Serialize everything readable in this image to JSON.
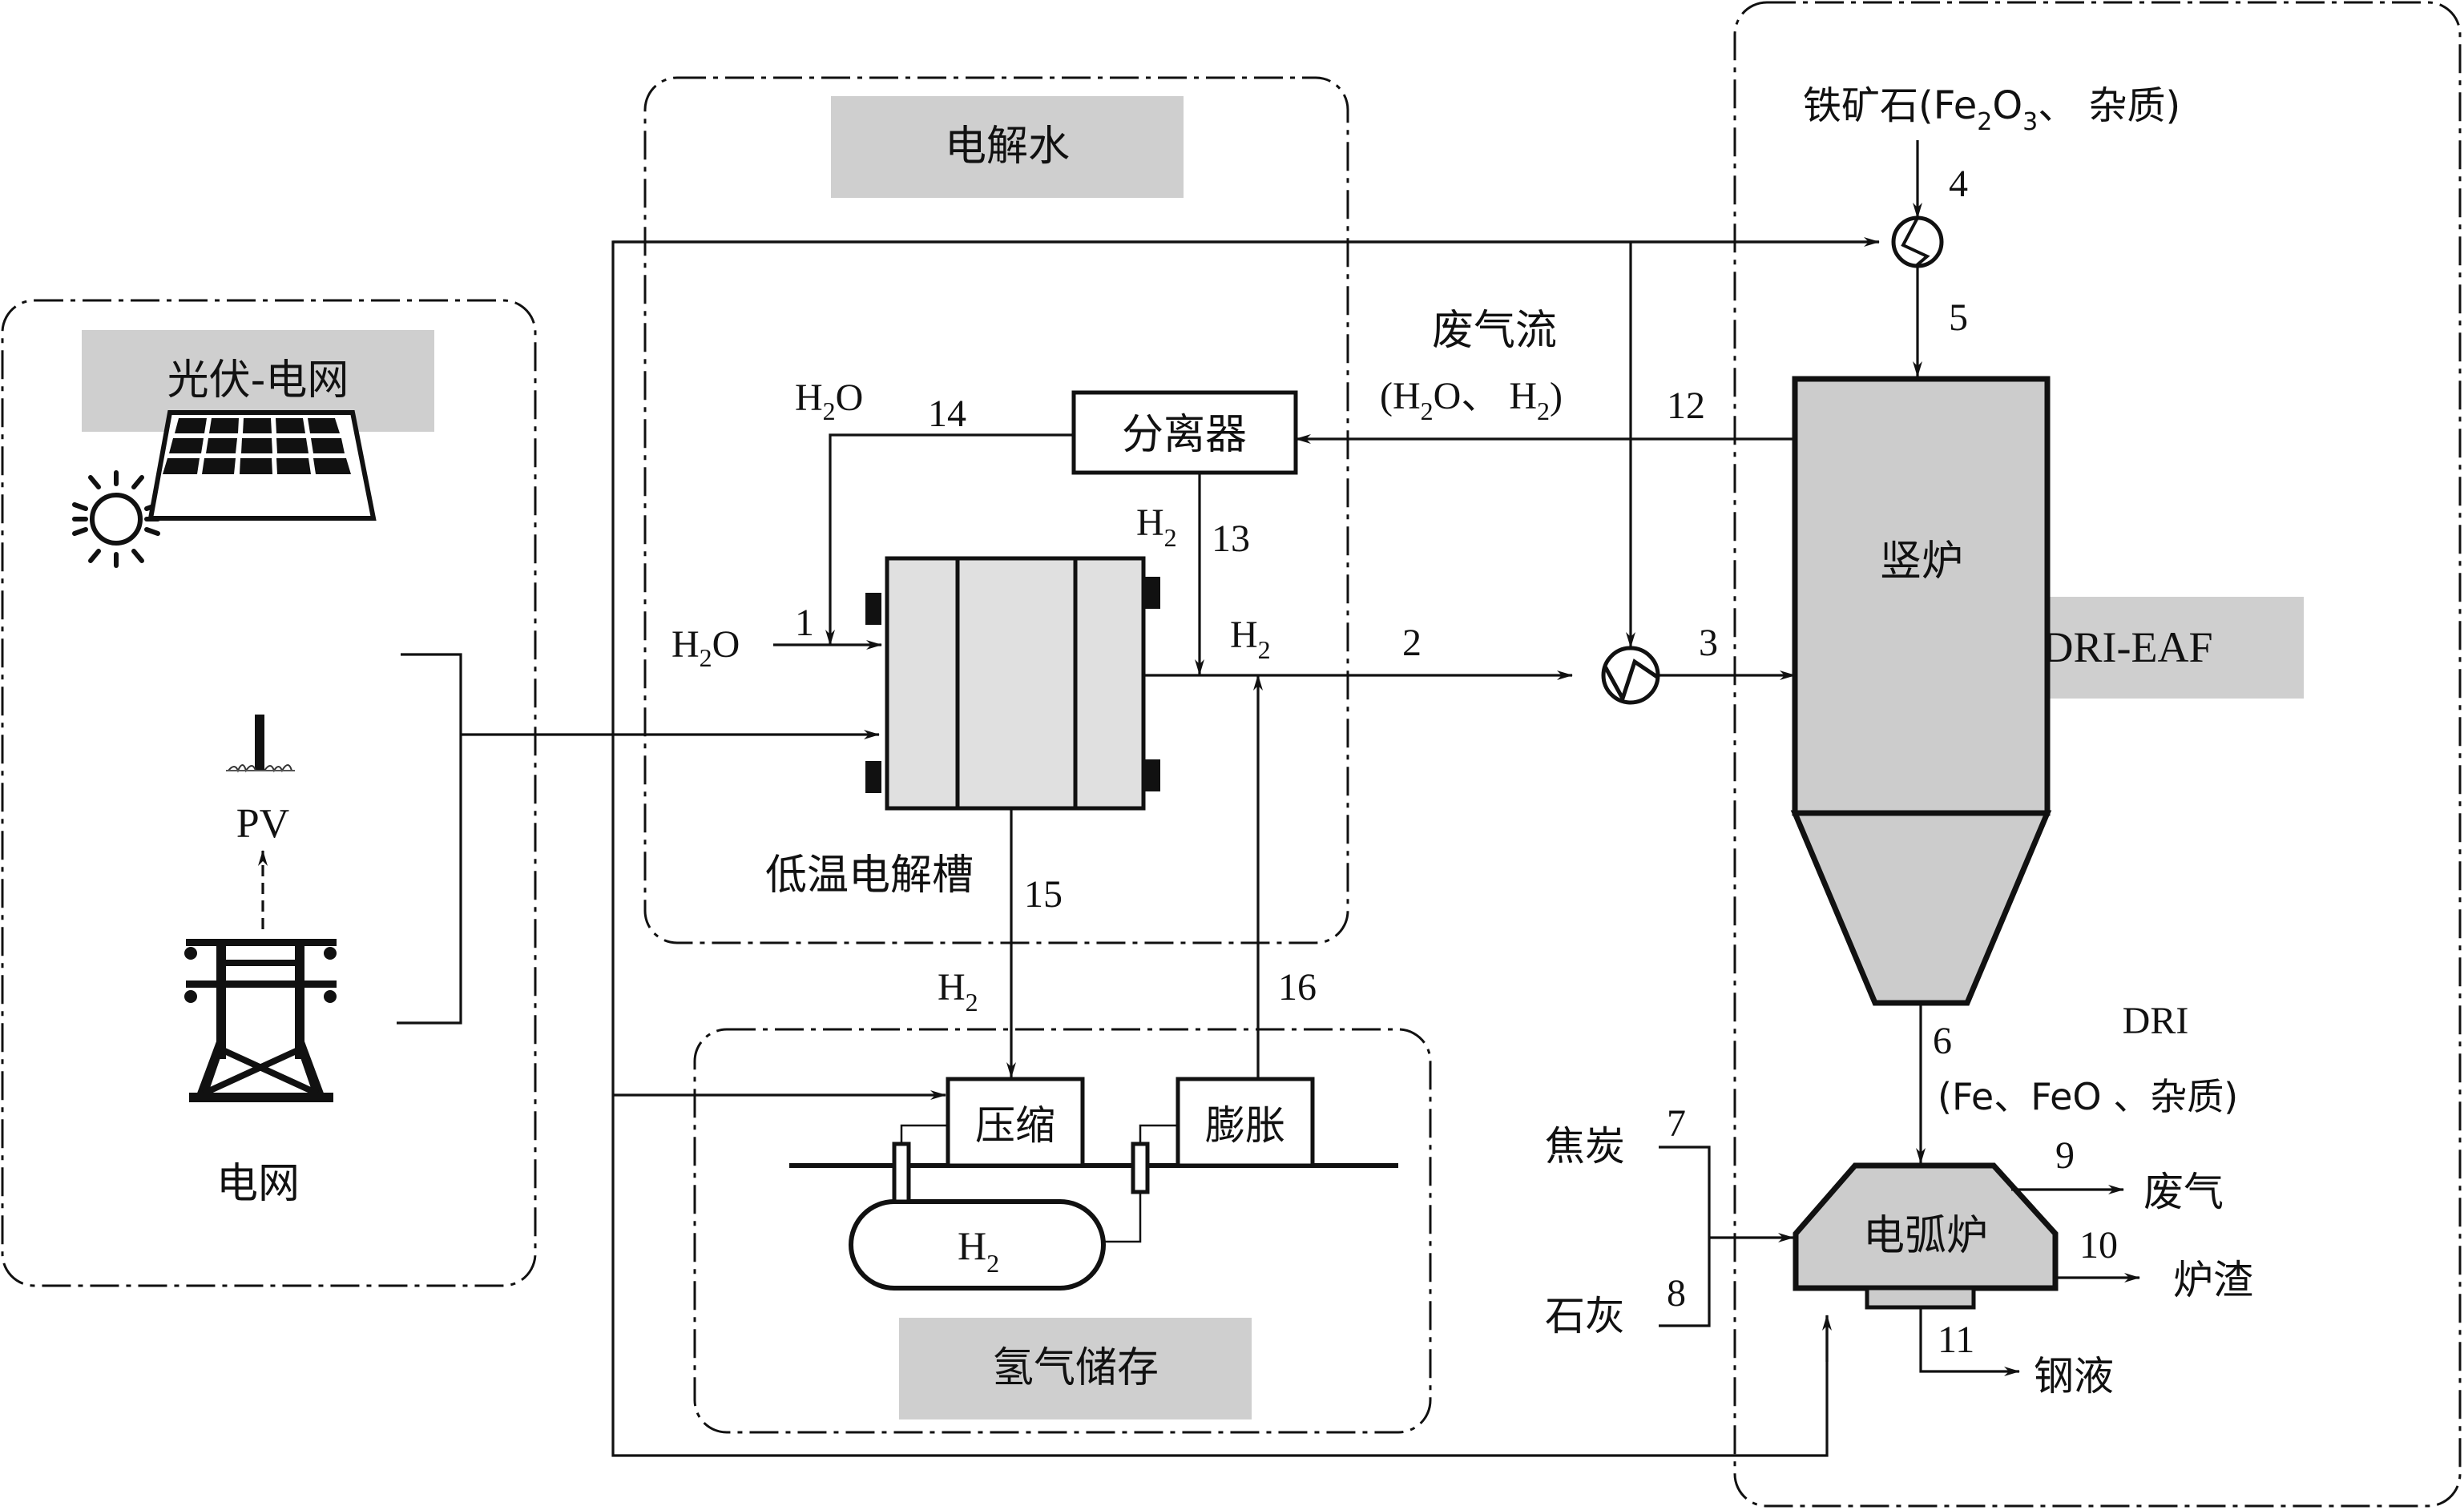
{
  "sections": {
    "pv_grid": "光伏-电网",
    "electrolysis": "电解水",
    "h2_storage": "氢气储存",
    "dri_eaf": "DRI-EAF"
  },
  "pv_grid": {
    "pv_label": "PV",
    "grid_label": "电网"
  },
  "electrolysis": {
    "electrolyzer_label": "低温电解槽",
    "separator_label": "分离器",
    "h2o_feed": {
      "main": "H",
      "sub": "2",
      "tail": "O"
    },
    "h2o_recycle": {
      "main": "H",
      "sub": "2",
      "tail": "O"
    },
    "h2_from_separator": {
      "main": "H",
      "sub": "2"
    },
    "h2_product": {
      "main": "H",
      "sub": "2"
    }
  },
  "storage": {
    "compress_label": "压缩",
    "expand_label": "膨胀",
    "tank_label": {
      "main": "H",
      "sub": "2"
    },
    "h2_to_storage": {
      "main": "H",
      "sub": "2"
    }
  },
  "dri_eaf": {
    "iron_ore": {
      "prefix": "铁矿石(Fe",
      "sub1": "2",
      "mid": "O",
      "sub2": "3",
      "suffix": "、 杂质)"
    },
    "shaft_furnace": "竖炉",
    "offgas_title": "废气流",
    "offgas_comp": {
      "open": "(H",
      "sub1": "2",
      "mid": "O、 H",
      "sub2": "2",
      "close": ")"
    },
    "dri_label": "DRI",
    "dri_comp": "(Fe、FeO 、杂质)",
    "coke": "焦炭",
    "lime": "石灰",
    "eaf": "电弧炉",
    "offgas_out": "废气",
    "slag_out": "炉渣",
    "steel_out": "钢液"
  },
  "streams": {
    "s1": "1",
    "s2": "2",
    "s3": "3",
    "s4": "4",
    "s5": "5",
    "s6": "6",
    "s7": "7",
    "s8": "8",
    "s9": "9",
    "s10": "10",
    "s11": "11",
    "s12": "12",
    "s13": "13",
    "s14": "14",
    "s15": "15",
    "s16": "16"
  }
}
